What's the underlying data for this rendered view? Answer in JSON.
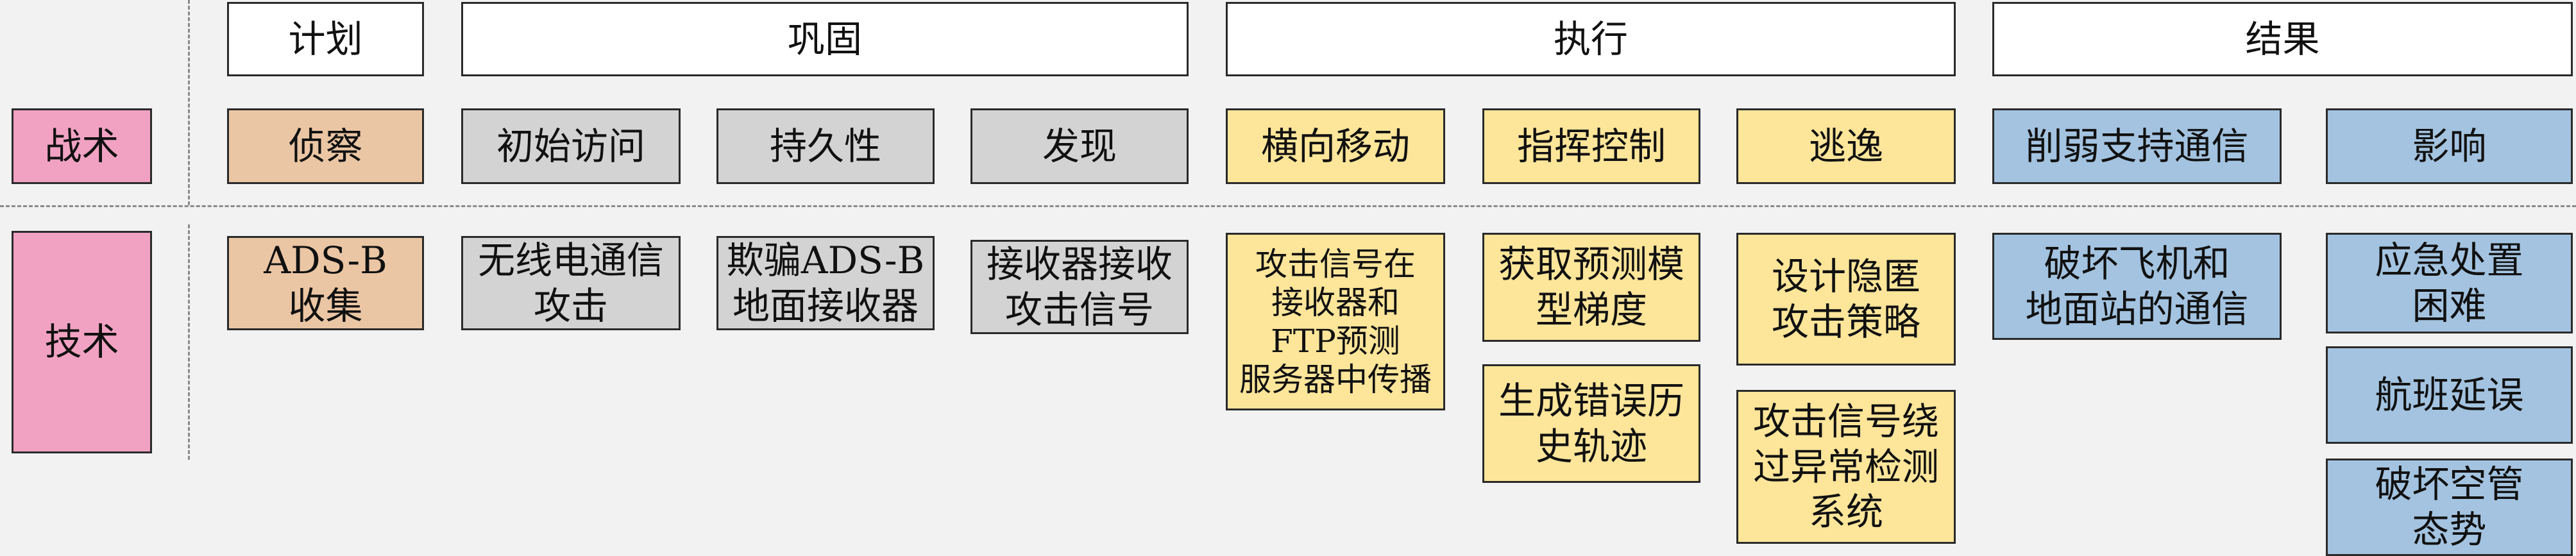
{
  "phases": {
    "plan": "计划",
    "consolidate": "巩固",
    "execute": "执行",
    "result": "结果"
  },
  "row_labels": {
    "tactics": "战术",
    "techniques": "技术"
  },
  "tactics": {
    "recon": "侦察",
    "initial_access": "初始访问",
    "persistence": "持久性",
    "discovery": "发现",
    "lateral_movement": "横向移动",
    "command_control": "指挥控制",
    "evasion": "逃逸",
    "weaken_comm": "削弱支持通信",
    "impact": "影响"
  },
  "techniques": {
    "adsb_collection": "ADS-B\n收集",
    "wireless_attack": "无线电通信\n攻击",
    "spoof_ground_receiver": "欺骗ADS-B\n地面接收器",
    "receiver_gets_signal": "接收器接收\n攻击信号",
    "signal_propagation": "攻击信号在\n接收器和\nFTP预测\n服务器中传播",
    "get_gradient": "获取预测模\n型梯度",
    "gen_false_track": "生成错误历\n史轨迹",
    "design_covert": "设计隐匿\n攻击策略",
    "bypass_detection": "攻击信号绕\n过异常检测\n系统",
    "break_comm": "破坏飞机和\n地面站的通信",
    "emergency_hard": "应急处置\n困难",
    "flight_delay": "航班延误",
    "break_atc": "破坏空管\n态势"
  }
}
